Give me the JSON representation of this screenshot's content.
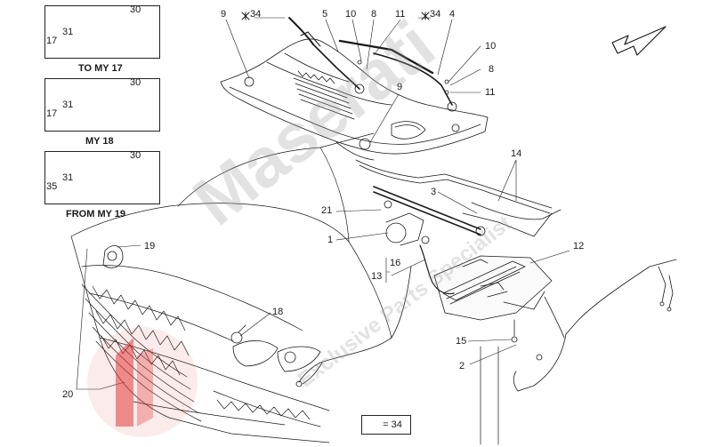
{
  "legend": {
    "text": "= 34"
  },
  "watermark": {
    "brand": "Maserati",
    "tagline": "Exclusive Parts Specialist"
  },
  "panels": [
    {
      "caption": "TO MY 17",
      "labels": [
        "30",
        "31",
        "17"
      ]
    },
    {
      "caption": "MY 18",
      "labels": [
        "30",
        "31",
        "17"
      ]
    },
    {
      "caption": "FROM MY 19",
      "labels": [
        "30",
        "31",
        "35"
      ]
    }
  ],
  "callouts": {
    "c9a": "9",
    "c34a": "34",
    "c5": "5",
    "c10a": "10",
    "c8a": "8",
    "c11a": "11",
    "c34b": "34",
    "c4": "4",
    "c10b": "10",
    "c8b": "8",
    "c11b": "11",
    "c9b": "9",
    "c14": "14",
    "c3": "3",
    "c21": "21",
    "c1": "1",
    "c16": "16",
    "c13": "13",
    "c12": "12",
    "c19": "19",
    "c18": "18",
    "c20": "20",
    "c15": "15",
    "c2": "2"
  },
  "colors": {
    "line": "#1a1a1a",
    "watermark": "#9a9a9a",
    "logo_red": "#e23b3b"
  }
}
